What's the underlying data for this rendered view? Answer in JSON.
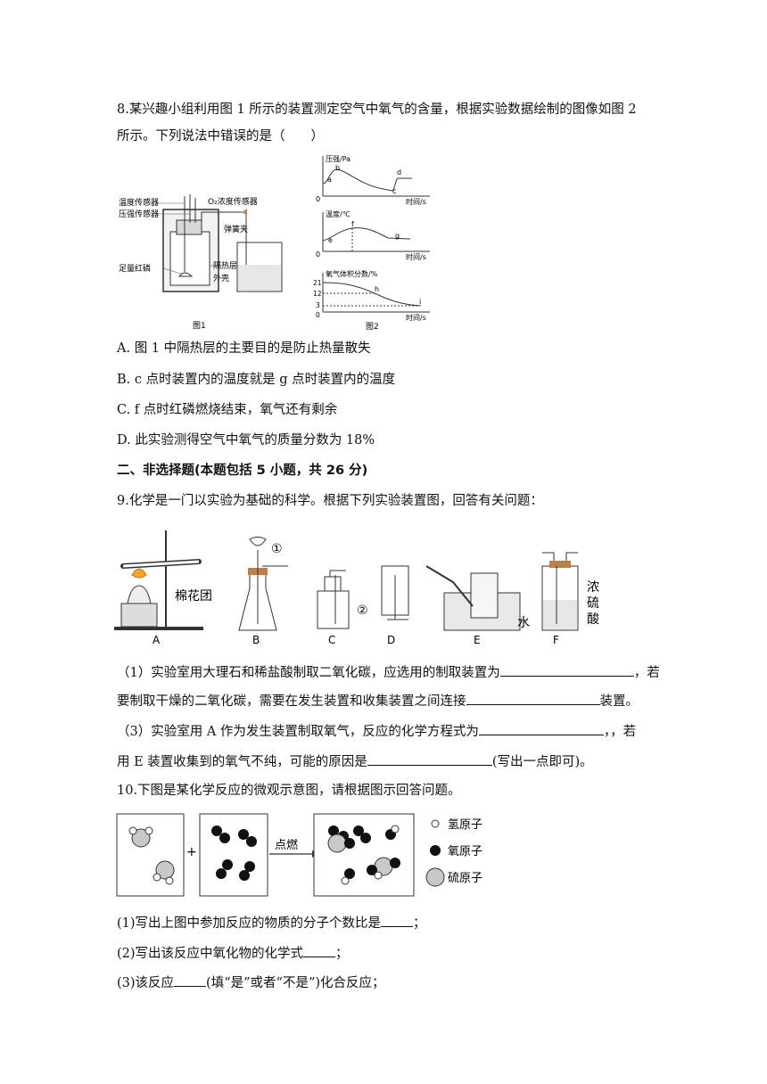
{
  "q8": {
    "stem_line1": "8.某兴趣小组利用图 1 所示的装置测定空气中氧气的含量，根据实验数据绘制的图像如图 2",
    "stem_line2": "所示。下列说法中错误的是（　　）",
    "fig1": {
      "labels": [
        "温度传感器",
        "压强传感器",
        "O₂浓度传感器",
        "弹簧夹",
        "足量红磷",
        "隔热层",
        "外壳"
      ],
      "caption": "图1"
    },
    "fig2": {
      "caption": "图2",
      "chart_data": [
        {
          "type": "line",
          "ylabel": "压强/Pa",
          "xlabel": "时间/s",
          "point_labels": [
            "a",
            "b",
            "c",
            "d"
          ],
          "origin": "0"
        },
        {
          "type": "line",
          "ylabel": "温度/℃",
          "xlabel": "时间/s",
          "point_labels": [
            "e",
            "f",
            "g"
          ],
          "origin": "0"
        },
        {
          "type": "line",
          "ylabel": "氧气体积分数/%",
          "xlabel": "时间/s",
          "y_ticks": [
            "21",
            "12",
            "3",
            "0"
          ],
          "point_labels": [
            "h",
            "i"
          ]
        }
      ]
    },
    "options": [
      "A. 图 1 中隔热层的主要目的是防止热量散失",
      "B. c 点时装置内的温度就是 g 点时装置内的温度",
      "C. f 点时红磷燃烧结束，氧气还有剩余",
      "D. 此实验测得空气中氧气的质量分数为 18%"
    ]
  },
  "section2": "二、非选择题(本题包括 5 小题，共 26 分)",
  "q9": {
    "stem": "9.化学是一门以实验为基础的科学。根据下列实验装置图，回答有关问题：",
    "apparatus_labels": [
      "A",
      "B",
      "C",
      "D",
      "E",
      "F"
    ],
    "fig_text": {
      "cotton": "棉花团",
      "circle1": "①",
      "circle2": "②",
      "water": "水",
      "acid1": "浓",
      "acid2": "硫",
      "acid3": "酸"
    },
    "p1a": "（1）实验室用大理石和稀盐酸制取二氧化碳，应选用的制取装置为",
    "p1b": "，若",
    "p1c": "要制取干燥的二氧化碳，需要在发生装置和收集装置之间连接",
    "p1d": "装置。",
    "p3a": "（3）实验室用  A  作为发生装置制取氧气，反应的化学方程式为",
    "p3b": "，，若",
    "p3c": "用 E 装置收集到的氧气不纯，可能的原因是",
    "p3d": "(写出一点即可)。"
  },
  "q10": {
    "stem": "10.下图是某化学反应的微观示意图，请根据图示回答问题。",
    "plus": "+",
    "arrow_label": "点燃",
    "legend": [
      "氢原子",
      "氧原子",
      "硫原子"
    ],
    "s1a": "(1)写出上图中参加反应的物质的分子个数比是",
    "s1b": "；",
    "s2a": "(2)写出该反应中氧化物的化学式",
    "s2b": "；",
    "s3a": "(3)该反应",
    "s3b": "(填“是”或者“不是”)化合反应；"
  }
}
